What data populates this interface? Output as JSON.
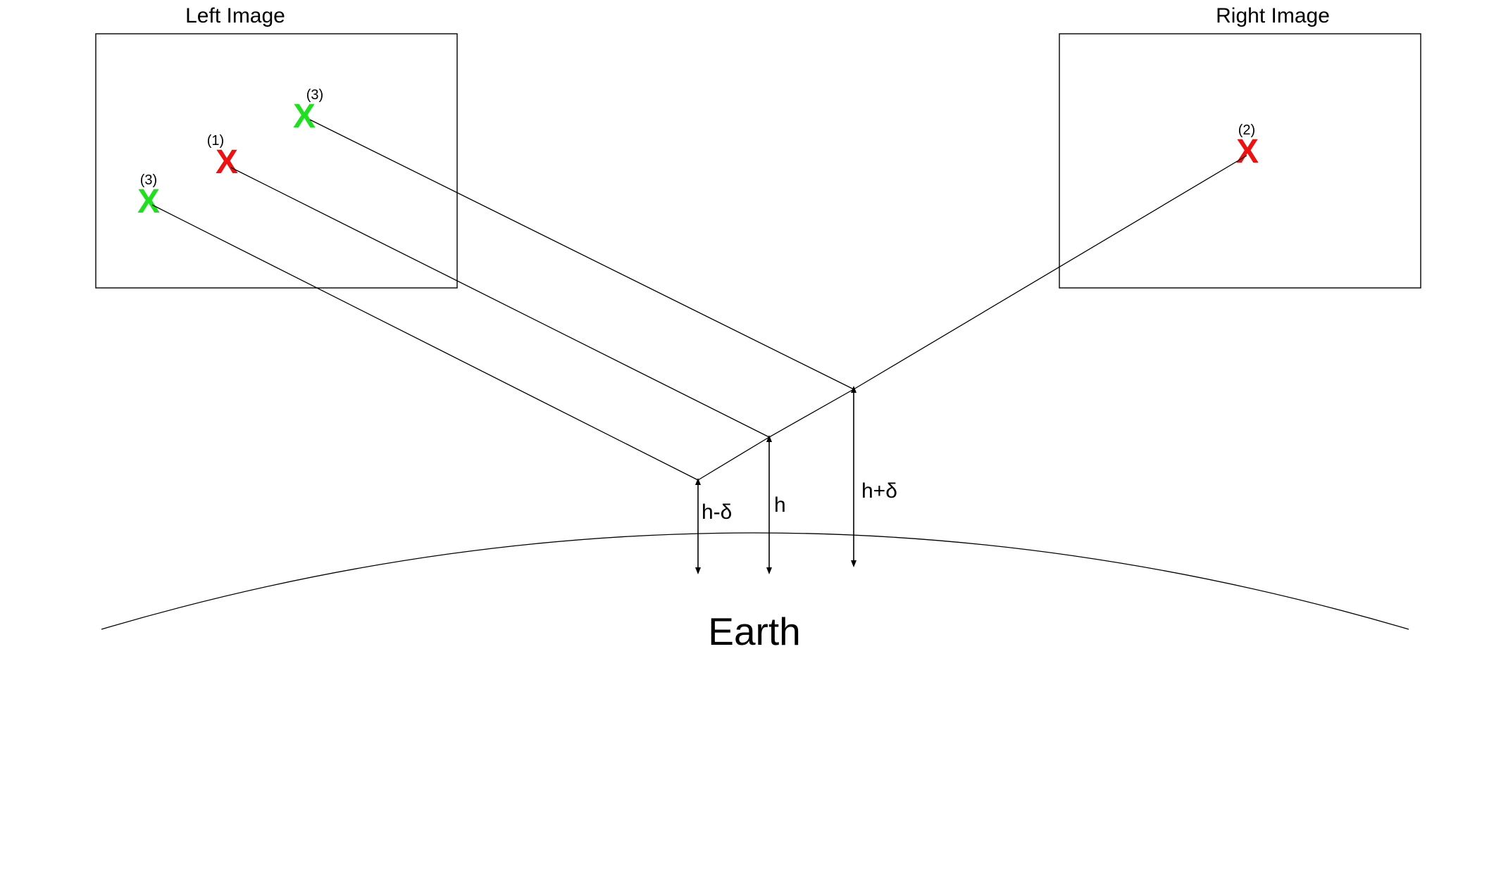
{
  "left_image": {
    "title": "Left Image",
    "markers": [
      {
        "label": "(3)",
        "glyph": "X",
        "color": "#1fe01f"
      },
      {
        "label": "(1)",
        "glyph": "X",
        "color": "#ee1111"
      },
      {
        "label": "(3)",
        "glyph": "X",
        "color": "#1fe01f"
      }
    ]
  },
  "right_image": {
    "title": "Right Image",
    "markers": [
      {
        "label": "(2)",
        "glyph": "X",
        "color": "#ee1111"
      }
    ]
  },
  "heights": {
    "low": "h-δ",
    "mid": "h",
    "high": "h+δ"
  },
  "earth": {
    "label": "Earth"
  }
}
